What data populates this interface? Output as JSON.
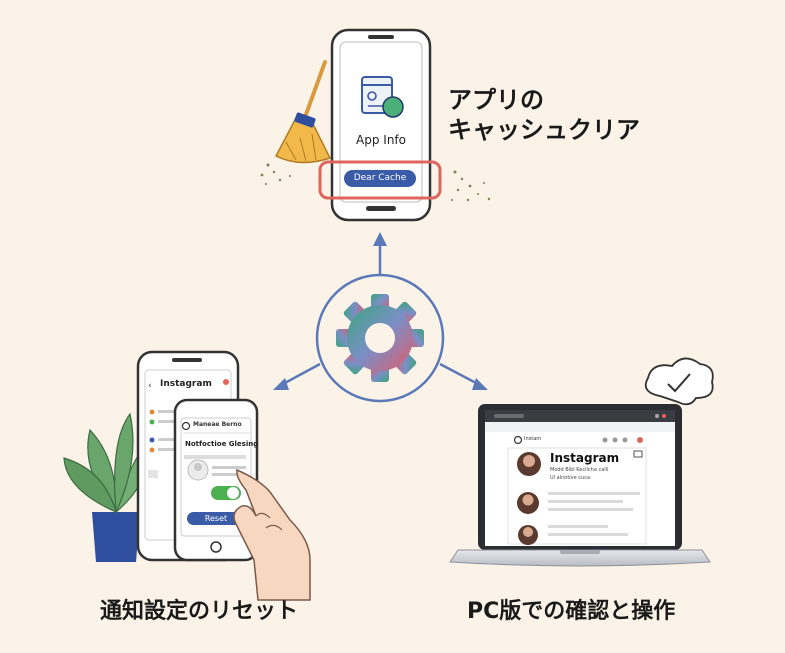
{
  "top_phone": {
    "app_info_label": "App Info",
    "clear_cache_button": "Dear Cache"
  },
  "captions": {
    "cache_line1": "アプリの",
    "cache_line2": "キャッシュクリア",
    "notification": "通知設定のリセット",
    "pc": "PC版での確認と操作"
  },
  "left_phone_back": {
    "title": "Instagram"
  },
  "left_phone_front": {
    "header": "Maneae Berno",
    "section_title": "Notfoctioe Glesing",
    "reset_button": "Reset",
    "toggle_on": true
  },
  "laptop": {
    "browser_logo": "Instam",
    "profile_title": "Instagram",
    "profile_line1": "Modd Bibl Kecilcha calli",
    "profile_line2": "Ul alnotive cuca"
  },
  "colors": {
    "accent_blue": "#3a5ba8",
    "highlight_red": "#e0645e",
    "toggle_green": "#4caf50"
  }
}
